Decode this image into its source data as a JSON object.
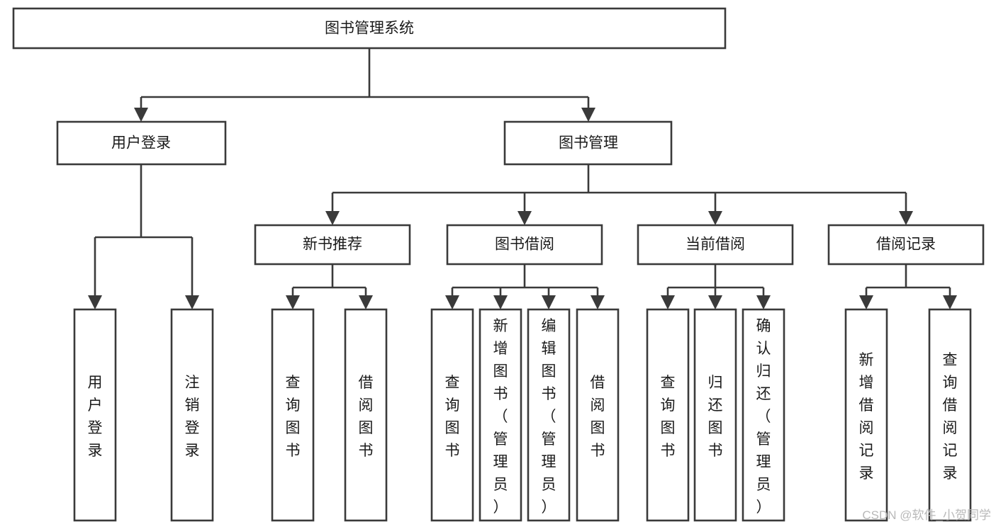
{
  "diagram": {
    "type": "tree",
    "title": "图书管理系统",
    "orientation": "top-down",
    "root": {
      "id": "root",
      "label": "图书管理系统",
      "text_direction": "horizontal"
    },
    "level2": [
      {
        "id": "user-login",
        "label": "用户登录",
        "text_direction": "horizontal"
      },
      {
        "id": "book-management",
        "label": "图书管理",
        "text_direction": "horizontal"
      }
    ],
    "level3": [
      {
        "id": "new-book-recommend",
        "label": "新书推荐",
        "parent": "book-management",
        "text_direction": "horizontal"
      },
      {
        "id": "book-borrow",
        "label": "图书借阅",
        "parent": "book-management",
        "text_direction": "horizontal"
      },
      {
        "id": "current-borrow",
        "label": "当前借阅",
        "parent": "book-management",
        "text_direction": "horizontal"
      },
      {
        "id": "borrow-record",
        "label": "借阅记录",
        "parent": "book-management",
        "text_direction": "horizontal"
      }
    ],
    "leaves": [
      {
        "id": "leaf-user-login",
        "label": "用户登录",
        "parent": "user-login",
        "text_direction": "vertical"
      },
      {
        "id": "leaf-user-logout",
        "label": "注销登录",
        "parent": "user-login",
        "text_direction": "vertical"
      },
      {
        "id": "leaf-query-book-1",
        "label": "查询图书",
        "parent": "new-book-recommend",
        "text_direction": "vertical"
      },
      {
        "id": "leaf-borrow-book-1",
        "label": "借阅图书",
        "parent": "new-book-recommend",
        "text_direction": "vertical"
      },
      {
        "id": "leaf-query-book-2",
        "label": "查询图书",
        "parent": "book-borrow",
        "text_direction": "vertical"
      },
      {
        "id": "leaf-add-book",
        "label": "新增图书（管理员）",
        "parent": "book-borrow",
        "text_direction": "vertical"
      },
      {
        "id": "leaf-edit-book",
        "label": "编辑图书（管理员）",
        "parent": "book-borrow",
        "text_direction": "vertical"
      },
      {
        "id": "leaf-borrow-book-2",
        "label": "借阅图书",
        "parent": "book-borrow",
        "text_direction": "vertical"
      },
      {
        "id": "leaf-query-book-3",
        "label": "查询图书",
        "parent": "current-borrow",
        "text_direction": "vertical"
      },
      {
        "id": "leaf-return-book",
        "label": "归还图书",
        "parent": "current-borrow",
        "text_direction": "vertical"
      },
      {
        "id": "leaf-confirm-return",
        "label": "确认归还（管理员）",
        "parent": "current-borrow",
        "text_direction": "vertical"
      },
      {
        "id": "leaf-add-record",
        "label": "新增借阅记录",
        "parent": "borrow-record",
        "text_direction": "vertical"
      },
      {
        "id": "leaf-query-record",
        "label": "查询借阅记录",
        "parent": "borrow-record",
        "text_direction": "vertical"
      }
    ]
  },
  "style": {
    "box_fill": "#ffffff",
    "box_stroke": "#3a3a3a",
    "text_color": "#1a1a1a",
    "background": "#ffffff",
    "watermark_color": "#b9b9b9"
  },
  "watermark": {
    "text": "CSDN @软件_小贺同学"
  }
}
